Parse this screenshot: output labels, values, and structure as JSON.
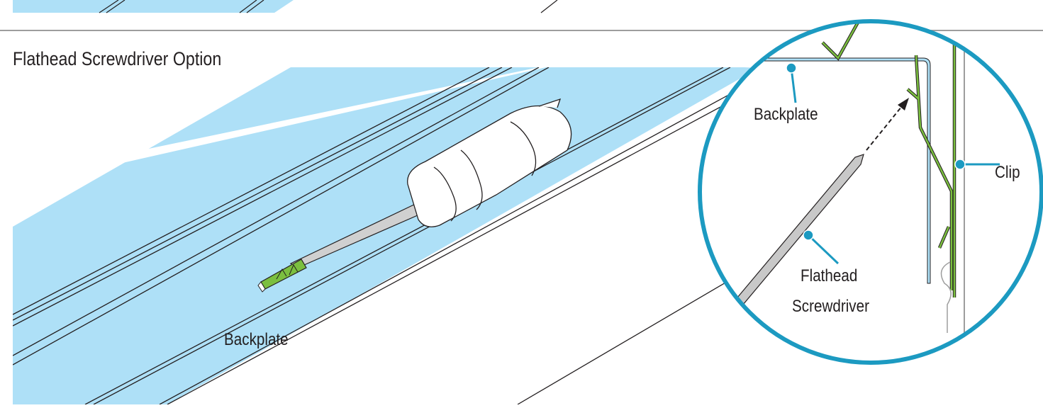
{
  "title": "Flathead Screwdriver Option",
  "labels": {
    "backplate_main": "Backplate",
    "backplate_detail": "Backplate",
    "clip": "Clip",
    "screwdriver_line1": "Flathead",
    "screwdriver_line2": "Screwdriver"
  },
  "colors": {
    "backplate_fill": "#aee0f7",
    "callout_circle": "#1c9ac1",
    "clip_green": "#7bbf3f",
    "screwdriver_gray": "#c8c8c8",
    "line": "#231f20",
    "divider": "#9d9d9d"
  }
}
